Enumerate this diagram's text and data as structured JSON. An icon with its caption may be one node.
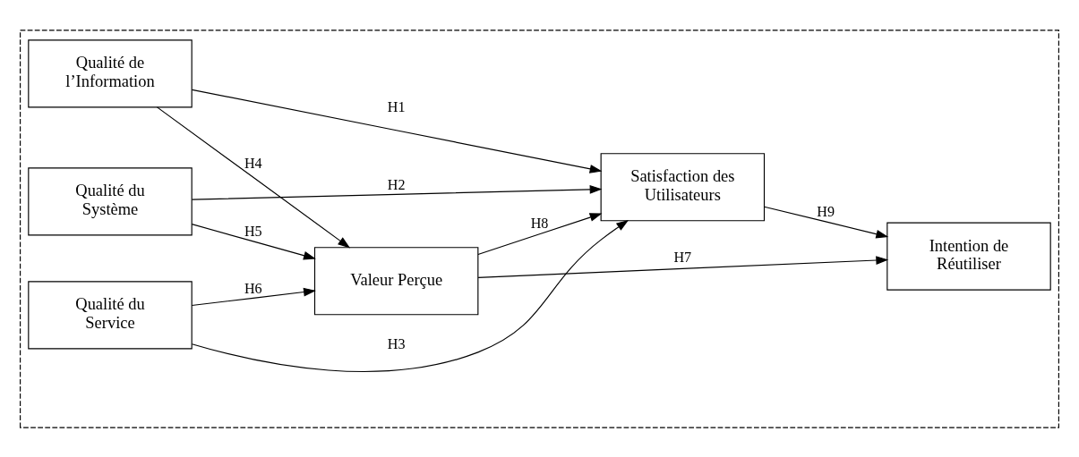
{
  "diagram": {
    "nodes": [
      {
        "text": [],
        "shape": "box"
      },
      {
        "text": [
          "Qualité de l’Information"
        ],
        "in": 0
      },
      {
        "text": [
          "Qualité du Système"
        ],
        "in": 0
      },
      {
        "text": [
          "Qualité du Service"
        ],
        "in": 0
      },
      {
        "text": [
          "Valeur Perçue"
        ],
        "in": 0
      },
      {
        "text": [
          "Satisfaction des Utilisateurs"
        ],
        "in": 0
      },
      {
        "text": [
          "Intention de Réutiliser"
        ],
        "in": 0
      }
    ],
    "edges": [
      {
        "from": 1,
        "to": 4,
        "arrow": "to",
        "label": "H4"
      },
      {
        "from": 2,
        "to": 4,
        "arrow": "to",
        "label": "H5"
      },
      {
        "from": 3,
        "to": 4,
        "arrow": "to",
        "label": "H6"
      },
      {
        "from": 1,
        "to": 5,
        "arrow": "to",
        "label": "H1"
      },
      {
        "from": 2,
        "to": 5,
        "arrow": "to",
        "label": "H2"
      },
      {
        "from": 3,
        "to": 5,
        "arrow": "to",
        "label": "H3"
      },
      {
        "from": 4,
        "to": 6,
        "arrow": "to",
        "label": "H7"
      },
      {
        "from": 4,
        "to": 5,
        "arrow": "to",
        "label": "H8"
      },
      {
        "from": 5,
        "to": 6,
        "arrow": "to",
        "label": "H9"
      }
    ]
  }
}
